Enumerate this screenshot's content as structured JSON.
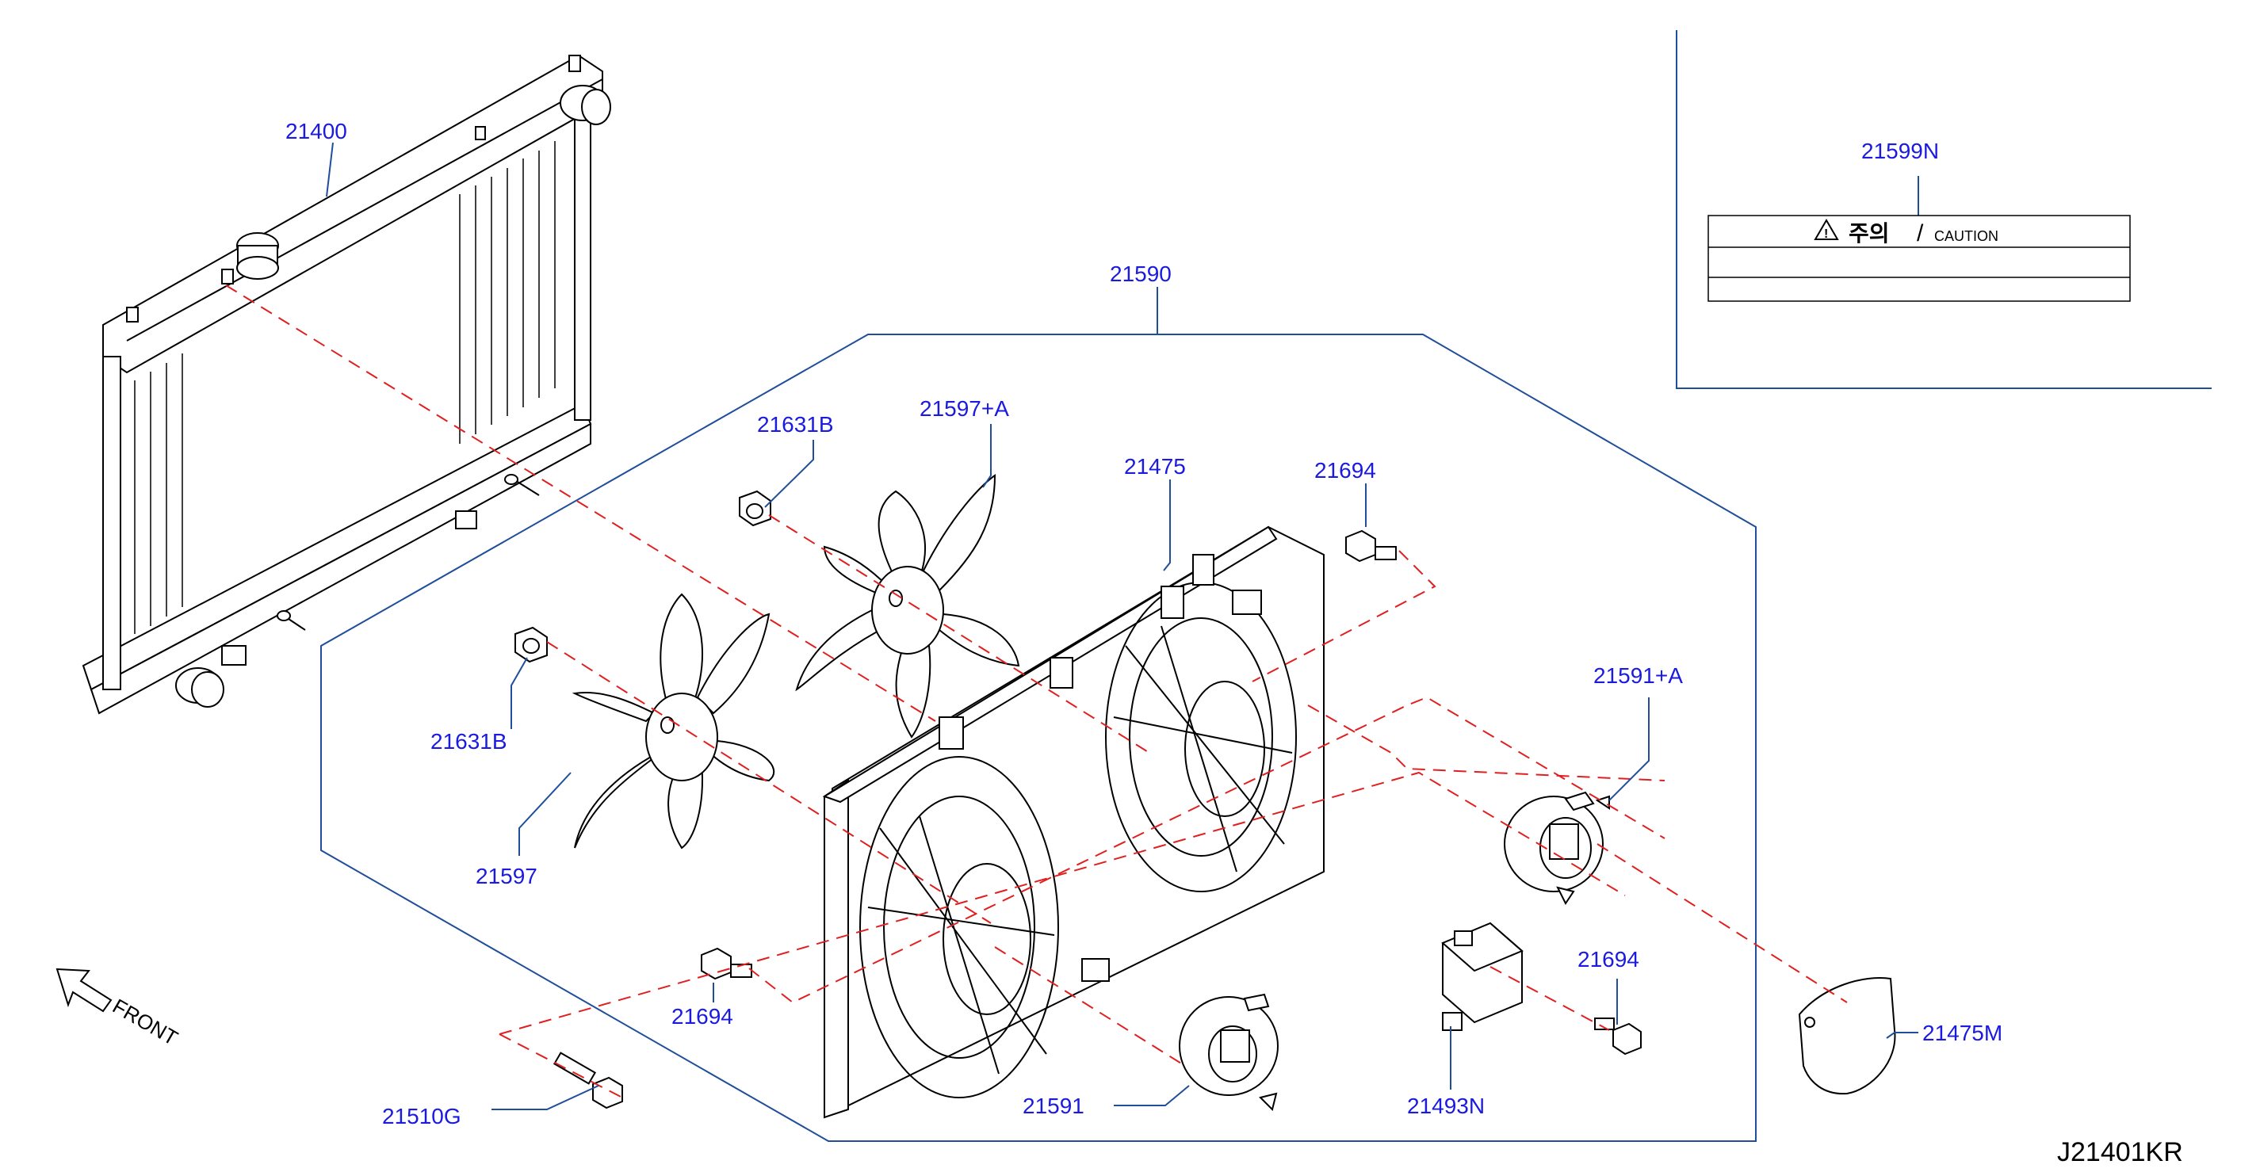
{
  "parts": [
    {
      "id": "21400",
      "label": "21400"
    },
    {
      "id": "21590",
      "label": "21590"
    },
    {
      "id": "21631B-top",
      "label": "21631B"
    },
    {
      "id": "21597A",
      "label": "21597+A"
    },
    {
      "id": "21475",
      "label": "21475"
    },
    {
      "id": "21694-top",
      "label": "21694"
    },
    {
      "id": "21631B-left",
      "label": "21631B"
    },
    {
      "id": "21597",
      "label": "21597"
    },
    {
      "id": "21591A",
      "label": "21591+A"
    },
    {
      "id": "21694-mid",
      "label": "21694"
    },
    {
      "id": "21694-right",
      "label": "21694"
    },
    {
      "id": "21510G",
      "label": "21510G"
    },
    {
      "id": "21591",
      "label": "21591"
    },
    {
      "id": "21493N",
      "label": "21493N"
    },
    {
      "id": "21475M",
      "label": "21475M"
    },
    {
      "id": "21599N",
      "label": "21599N"
    }
  ],
  "caution_label": {
    "korean": "주의",
    "slash": "/",
    "english": "CAUTION",
    "warning_icon": "warning-triangle-icon"
  },
  "front_label": "FRONT",
  "diagram_code": "J21401KR",
  "colors": {
    "label": "#1a1ae0",
    "leader": "#1f4e9a",
    "dashed": "#e02020",
    "line": "#000000"
  }
}
